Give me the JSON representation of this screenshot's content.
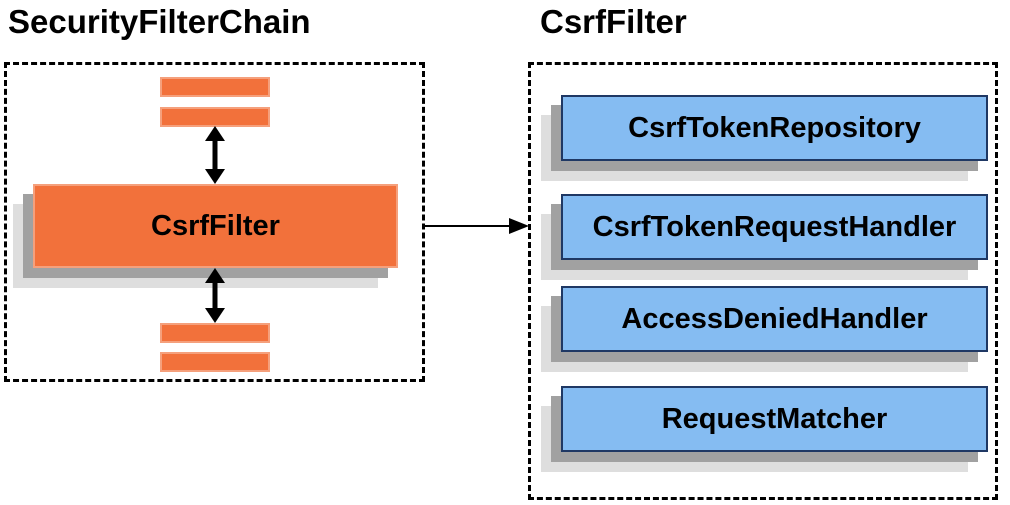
{
  "left_panel": {
    "title": "SecurityFilterChain",
    "filter_box_label": "CsrfFilter"
  },
  "right_panel": {
    "title": "CsrfFilter",
    "components": [
      {
        "label": "CsrfTokenRepository"
      },
      {
        "label": "CsrfTokenRequestHandler"
      },
      {
        "label": "AccessDeniedHandler"
      },
      {
        "label": "RequestMatcher"
      }
    ]
  },
  "colors": {
    "orange": "#F2713B",
    "orange-border": "#F5A07C",
    "blue": "#85BCF2",
    "blue-border": "#1F3864",
    "shadow-dark": "#A1A1A1",
    "shadow-light": "#DEDEDE",
    "line": "#000000"
  }
}
